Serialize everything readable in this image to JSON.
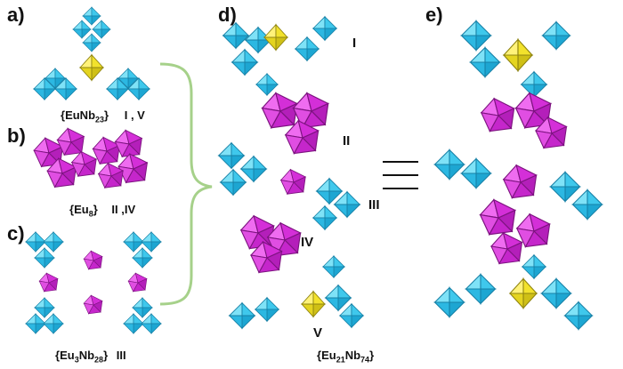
{
  "panels": {
    "a": "a)",
    "b": "b)",
    "c": "c)",
    "d": "d)",
    "e": "e)"
  },
  "formulas": {
    "a": {
      "open": "{",
      "el1": "EuNb",
      "n1": "23",
      "close": "}",
      "tag": "I , V"
    },
    "b": {
      "open": "{",
      "el1": "Eu",
      "n1": "8",
      "close": "}",
      "tag": "II ,IV"
    },
    "c": {
      "open": "{",
      "el1": "Eu",
      "n1": "3",
      "el2": "Nb",
      "n2": "28",
      "close": "}",
      "tag": "III"
    },
    "d": {
      "open": "{",
      "el1": "Eu",
      "n1": "21",
      "el2": "Nb",
      "n2": "74",
      "close": "}"
    }
  },
  "units": {
    "u1": "I",
    "u2": "II",
    "u3": "III",
    "u4": "IV",
    "u5": "V"
  },
  "colors": {
    "niobate": "#2ec4e6",
    "niobate_dark": "#1690b4",
    "europium": "#d22ad6",
    "europium_dark": "#8e1796",
    "linker": "#f0e02a",
    "linker_dark": "#a89a10",
    "brace": "#a6d18a"
  }
}
